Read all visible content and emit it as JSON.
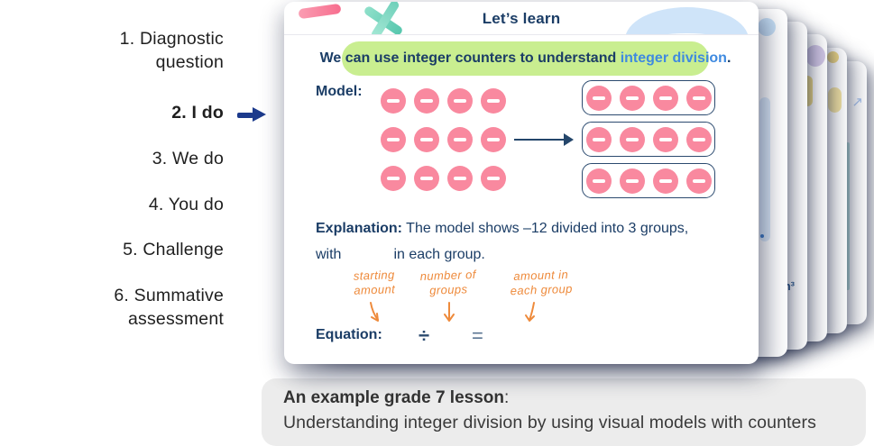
{
  "lesson_steps": {
    "items": [
      {
        "label": "1. Diagnostic question",
        "active": false
      },
      {
        "label": "2. I do",
        "active": true
      },
      {
        "label": "3. We do",
        "active": false
      },
      {
        "label": "4. You do",
        "active": false
      },
      {
        "label": "5. Challenge",
        "active": false
      },
      {
        "label": "6. Summative assessment",
        "active": false
      }
    ]
  },
  "slide": {
    "header": {
      "title": "Let’s learn"
    },
    "objective": {
      "prefix": "We can use integer counters to understand ",
      "highlight": "integer division",
      "suffix": "."
    },
    "model": {
      "label": "Model:",
      "counter_rows": 3,
      "counter_cols": 4,
      "groups": 3,
      "counters_per_group": 4,
      "counter_type": "negative"
    },
    "explanation": {
      "label": "Explanation:",
      "line1_rest": " The model shows –12 divided into 3 groups,",
      "line2_prefix": "with",
      "line2_suffix": "in each group."
    },
    "annotations": [
      {
        "text": "starting\namount"
      },
      {
        "text": "number of\ngroups"
      },
      {
        "text": "amount in\neach group"
      }
    ],
    "equation": {
      "label": "Equation:",
      "divide_symbol": "÷",
      "equals_symbol": "="
    }
  },
  "stack": {
    "fragment_text": "n³"
  },
  "caption": {
    "title_bold": "An example grade 7 lesson",
    "title_colon": ":",
    "subtitle": "Understanding integer division by using visual models with counters"
  },
  "colors": {
    "navy_text": "#1b3d66",
    "highlight_blue": "#3f8ae0",
    "objective_green": "#c9ee90",
    "counter_pink": "#f9899f",
    "annotation_orange": "#ee8a3b",
    "group_border": "#2b4a6f",
    "active_arrow_blue": "#1c3a8c",
    "caption_gray": "#ececec"
  }
}
